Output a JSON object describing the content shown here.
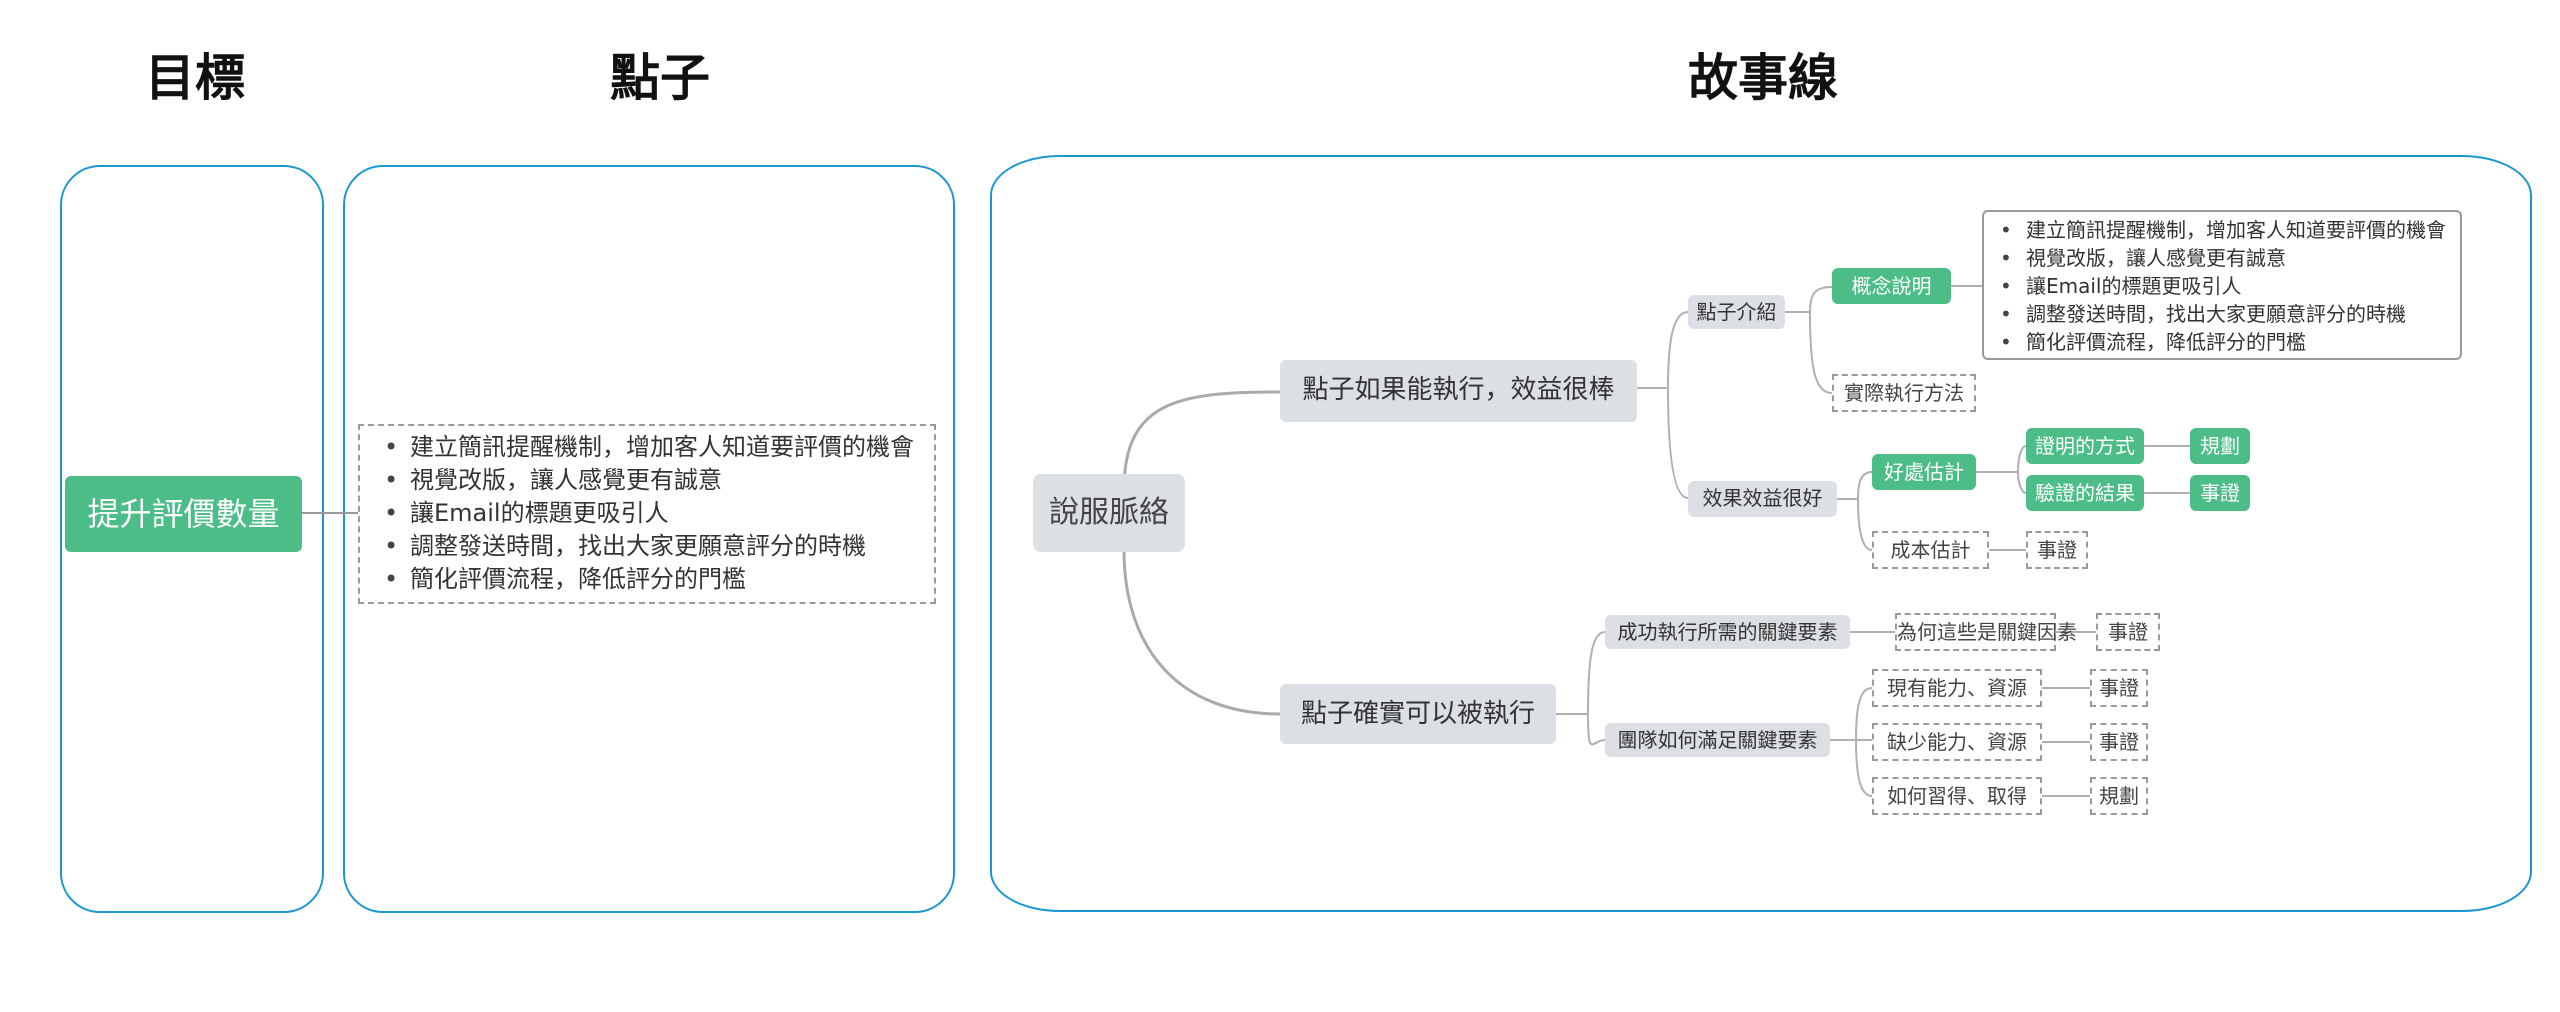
{
  "headers": {
    "goal": "目標",
    "ideas": "點子",
    "storyline": "故事線"
  },
  "goal": {
    "label": "提升評價數量"
  },
  "ideas_list": [
    "建立簡訊提醒機制，增加客人知道要評價的機會",
    "視覺改版，讓人感覺更有誠意",
    "讓Email的標題更吸引人",
    "調整發送時間，找出大家更願意評分的時機",
    "簡化評價流程，降低評分的門檻"
  ],
  "mindmap": {
    "root": "說服脈絡",
    "branch_a": {
      "label": "點子如果能執行，效益很棒",
      "intro": "點子介紹",
      "concept": "概念說明",
      "concept_items": [
        "建立簡訊提醒機制，增加客人知道要評價的機會",
        "視覺改版，讓人感覺更有誠意",
        "讓Email的標題更吸引人",
        "調整發送時間，找出大家更願意評分的時機",
        "簡化評價流程，降低評分的門檻"
      ],
      "method": "實際執行方法",
      "effect": "效果效益很好",
      "benefit": "好處估計",
      "proof_way": "證明的方式",
      "proof_way_tag": "規劃",
      "verify_result": "驗證的結果",
      "verify_result_tag": "事證",
      "cost": "成本估計",
      "cost_tag": "事證"
    },
    "branch_b": {
      "label": "點子確實可以被執行",
      "key_factors": "成功執行所需的關鍵要素",
      "why_key": "為何這些是關鍵因素",
      "why_key_tag": "事證",
      "team": "團隊如何滿足關鍵要素",
      "current": "現有能力、資源",
      "current_tag": "事證",
      "lacking": "缺少能力、資源",
      "lacking_tag": "事證",
      "acquire": "如何習得、取得",
      "acquire_tag": "規劃"
    }
  },
  "colors": {
    "panel_border": "#1a96d4",
    "accent_green": "#4dbd87",
    "node_gray": "#dcdfe3"
  }
}
